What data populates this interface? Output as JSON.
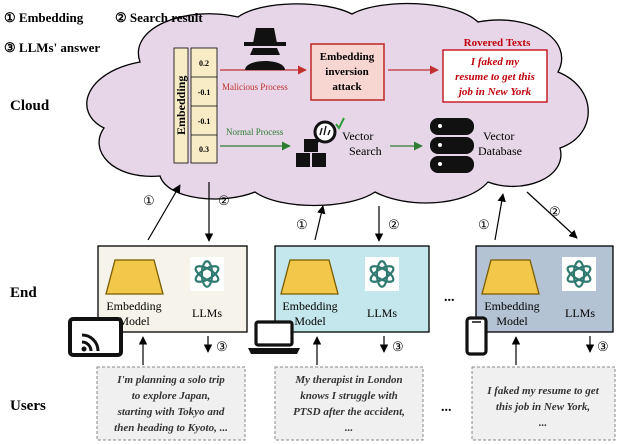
{
  "legend": {
    "item1": "① Embedding",
    "item2": "② Search result",
    "item3": "③ LLMs' answer"
  },
  "rows": {
    "cloud": "Cloud",
    "end": "End",
    "users": "Users"
  },
  "cloud": {
    "embedding_label": "Embedding",
    "embedding_values": [
      "0.2",
      "-0.1",
      "-0.1",
      "0.3"
    ],
    "malicious_process": "Malicious Process",
    "normal_process": "Normal Process",
    "attack_box": [
      "Embedding",
      "inversion",
      "attack"
    ],
    "recovered_title": "Rovered Texts",
    "recovered_text": [
      "I faked my",
      "resume to get this",
      "job in New York"
    ],
    "vector_search": [
      "Vector",
      "Search"
    ],
    "vector_database": [
      "Vector",
      "Database"
    ]
  },
  "arrow_labels": {
    "one": "①",
    "two": "②",
    "three": "③"
  },
  "end_devices": [
    {
      "model": [
        "Embedding",
        "Model"
      ],
      "llm": "LLMs",
      "color": "#f6f3ea"
    },
    {
      "model": [
        "Embedding",
        "Model"
      ],
      "llm": "LLMs",
      "color": "#c3e7ec"
    },
    {
      "model": [
        "Embedding",
        "Model"
      ],
      "llm": "LLMs",
      "color": "#b3c3d3"
    }
  ],
  "ellipsis": "...",
  "user_queries": [
    [
      "I'm planning a solo trip",
      "to explore Japan,",
      "starting with Tokyo and",
      "then heading to Kyoto, ..."
    ],
    [
      "My therapist in London",
      "knows I struggle with",
      "PTSD after the accident,",
      "..."
    ],
    [
      "I faked my resume to get",
      "this job in New York,",
      "..."
    ]
  ],
  "colors": {
    "cloud_fill": "#e6d6e8",
    "malicious": "#c0312f",
    "normal": "#2e7d32",
    "recovered": "#c0000c",
    "trapezoid": "#f2c84b",
    "emb_vector": "#f8ecc7"
  },
  "icons": [
    "spy-icon",
    "search-icon",
    "database-icon",
    "openai-icon",
    "tablet-icon",
    "laptop-icon",
    "phone-icon"
  ]
}
